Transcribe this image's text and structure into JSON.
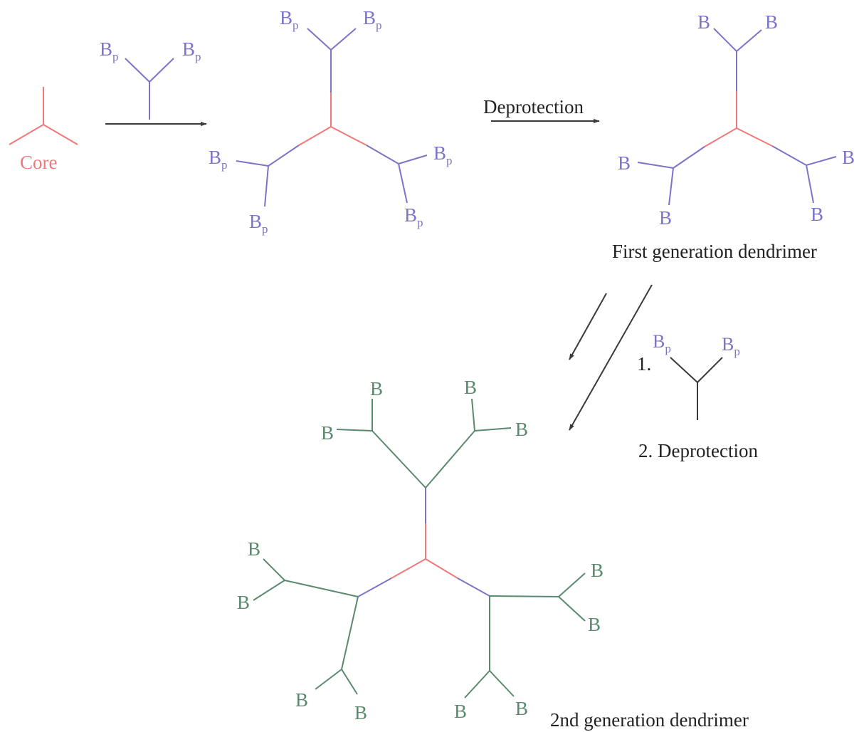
{
  "labels": {
    "core": "Core",
    "deprotection": "Deprotection",
    "first_generation": "First generation dendrimer",
    "step1": "1.",
    "step2": "2. Deprotection",
    "second_generation": "2nd generation dendrimer",
    "b": "B",
    "p": "p"
  },
  "colors": {
    "core": "#f07878",
    "gen1": "#7b74c8",
    "gen2": "#5a8a6e",
    "arrow": "#3a3a3a",
    "text": "#222222"
  }
}
